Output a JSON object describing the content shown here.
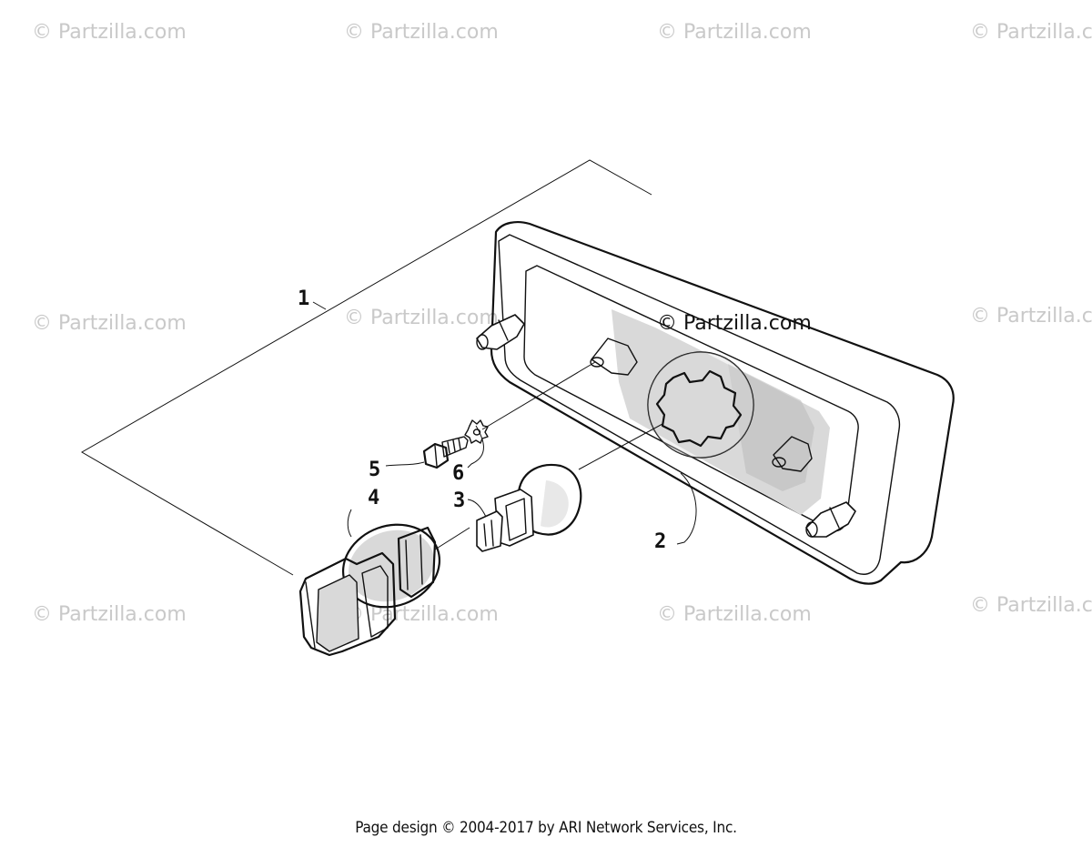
{
  "watermark": {
    "text": "© Partzilla.com",
    "center_text": "© Partzilla.com"
  },
  "callouts": {
    "c1": "1",
    "c2": "2",
    "c3": "3",
    "c4": "4",
    "c5": "5",
    "c6": "6"
  },
  "footer": {
    "text": "Page design © 2004-2017 by ARI Network Services, Inc."
  }
}
